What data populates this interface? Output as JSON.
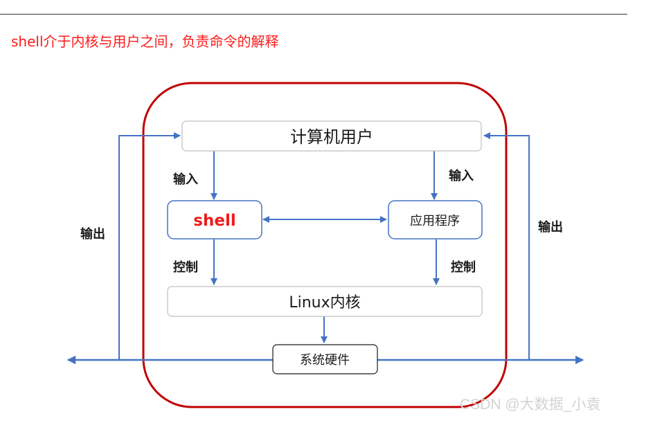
{
  "heading": "shell介于内核与用户之间，负责命令的解释",
  "nodes": {
    "user": "计算机用户",
    "shell": "shell",
    "app": "应用程序",
    "kernel": "Linux内核",
    "hardware": "系统硬件"
  },
  "edge_labels": {
    "input_left": "输入",
    "input_right": "输入",
    "control_left": "控制",
    "control_right": "控制",
    "output_left": "输出",
    "output_right": "输出"
  },
  "watermark": "CSDN @大数据_小袁",
  "colors": {
    "heading": "#ff1a1a",
    "boundary": "#c00000",
    "arrow": "#4472c4",
    "shell_text": "#ee1c1c",
    "box_border_gray": "#bfbfbf",
    "box_border_blue": "#4472c4"
  }
}
